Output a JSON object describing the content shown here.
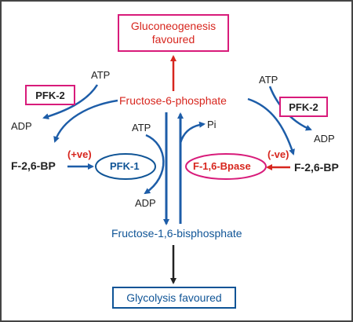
{
  "colors": {
    "blue": "#0f5496",
    "red": "#d7261e",
    "magenta": "#d81b7a",
    "arrow_blue": "#1d5da8",
    "dark": "#222222",
    "frame": "#444444"
  },
  "top_box": {
    "line1": "Gluconeogenesis",
    "line2": "favoured"
  },
  "bottom_box": {
    "label": "Glycolysis favoured"
  },
  "metabolites": {
    "fructose_6_phosphate": "Fructose-6-phosphate",
    "fructose_1_6_bisphosphate": "Fructose-1,6-bisphosphate"
  },
  "enzymes": {
    "pfk1": "PFK-1",
    "f16bpase": "F-1,6-Bpase",
    "pfk2_left": "PFK-2",
    "pfk2_right": "PFK-2"
  },
  "left_side": {
    "atp": "ATP",
    "adp": "ADP",
    "effector": "F-2,6-BP",
    "effect": "(+ve)"
  },
  "right_side": {
    "atp": "ATP",
    "adp": "ADP",
    "effector": "F-2,6-BP",
    "effect": "(-ve)"
  },
  "center": {
    "atp": "ATP",
    "adp": "ADP",
    "pi": "Pi"
  }
}
